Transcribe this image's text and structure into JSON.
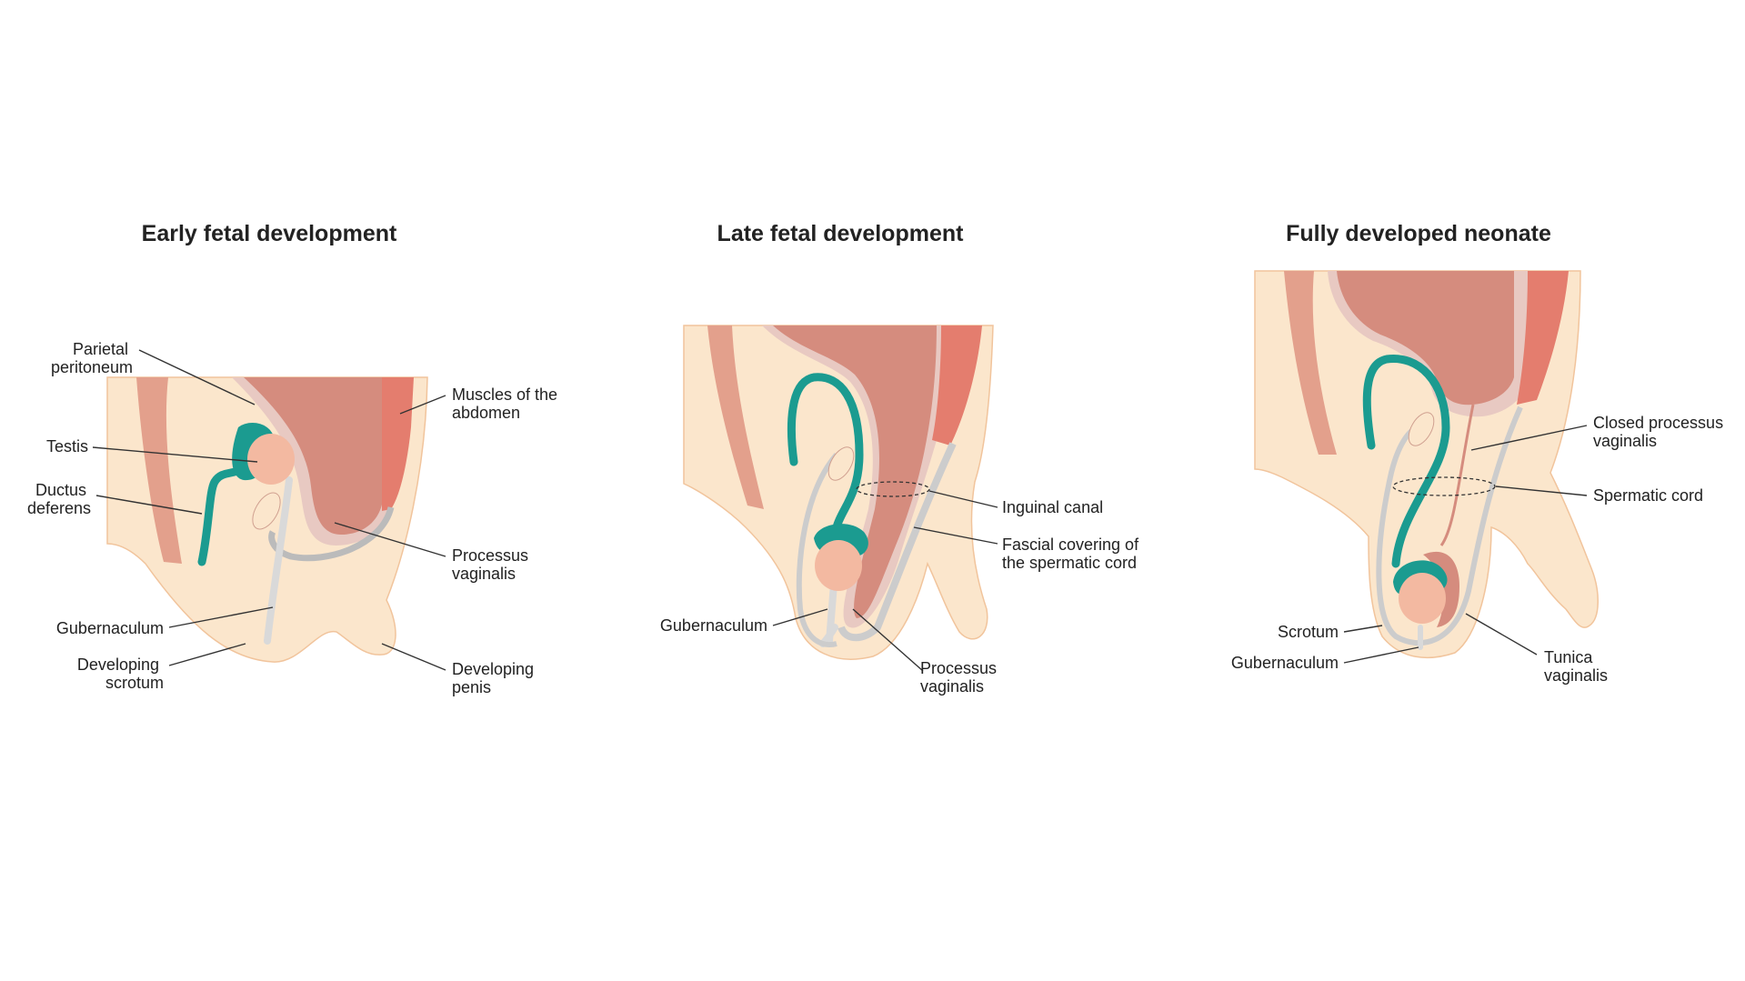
{
  "colors": {
    "skin": "#fbe6cc",
    "skin_outline": "#f1c49c",
    "muscle_outer": "#e3a08c",
    "peritoneum_organ": "#d58c7e",
    "abdominal_muscle": "#e47d6e",
    "membrane": "#e8c9c2",
    "ductus": "#1b9b90",
    "ductus_dark": "#11796f",
    "testis": "#f3b9a1",
    "gubernaculum": "#d9d9d9",
    "gubernaculum_outline": "#a8a8a8",
    "text": "#222222"
  },
  "panels": [
    {
      "title": "Early fetal development",
      "labels": {
        "parietal_peritoneum": [
          "Parietal",
          "peritoneum"
        ],
        "muscles_abdomen": [
          "Muscles of the",
          "abdomen"
        ],
        "testis": [
          "Testis"
        ],
        "ductus_deferens": [
          "Ductus",
          "deferens"
        ],
        "processus_vaginalis": [
          "Processus",
          "vaginalis"
        ],
        "gubernaculum": [
          "Gubernaculum"
        ],
        "developing_scrotum": [
          "Developing",
          "scrotum"
        ],
        "developing_penis": [
          "Developing",
          "penis"
        ]
      }
    },
    {
      "title": "Late fetal development",
      "labels": {
        "inguinal_canal": [
          "Inguinal canal"
        ],
        "fascial_covering": [
          "Fascial covering of",
          "the spermatic cord"
        ],
        "gubernaculum": [
          "Gubernaculum"
        ],
        "processus_vaginalis": [
          "Processus",
          "vaginalis"
        ]
      }
    },
    {
      "title": "Fully developed neonate",
      "labels": {
        "closed_processus": [
          "Closed processus",
          "vaginalis"
        ],
        "spermatic_cord": [
          "Spermatic cord"
        ],
        "scrotum": [
          "Scrotum"
        ],
        "gubernaculum": [
          "Gubernaculum"
        ],
        "tunica_vaginalis": [
          "Tunica",
          "vaginalis"
        ]
      }
    }
  ]
}
